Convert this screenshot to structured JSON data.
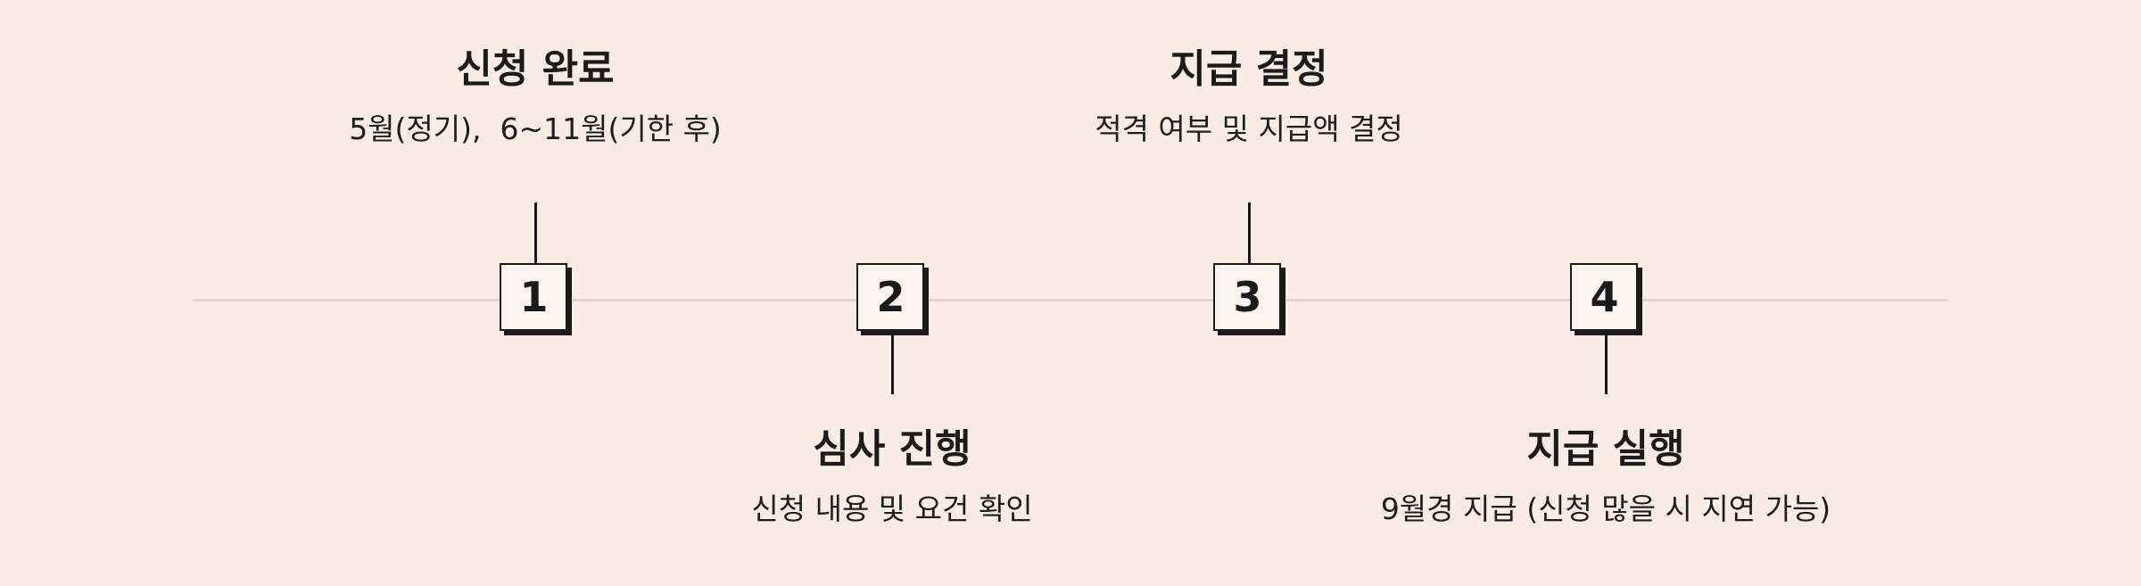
{
  "steps": [
    {
      "number": "1",
      "title": "신청 완료",
      "desc": "5월(정기),  6~11월(기한 후)",
      "position": "top"
    },
    {
      "number": "2",
      "title": "심사 진행",
      "desc": "신청 내용 및 요건 확인",
      "position": "bottom"
    },
    {
      "number": "3",
      "title": "지급 결정",
      "desc": "적격 여부 및 지급액 결정",
      "position": "top"
    },
    {
      "number": "4",
      "title": "지급 실행",
      "desc": "9월경 지급 (신청 많을 시 지연 가능)",
      "position": "bottom"
    }
  ],
  "colors": {
    "background": "#f8ece5",
    "line": "#e3d6cf",
    "ink": "#1b1b1b",
    "box_fill": "#fbf4ef"
  }
}
